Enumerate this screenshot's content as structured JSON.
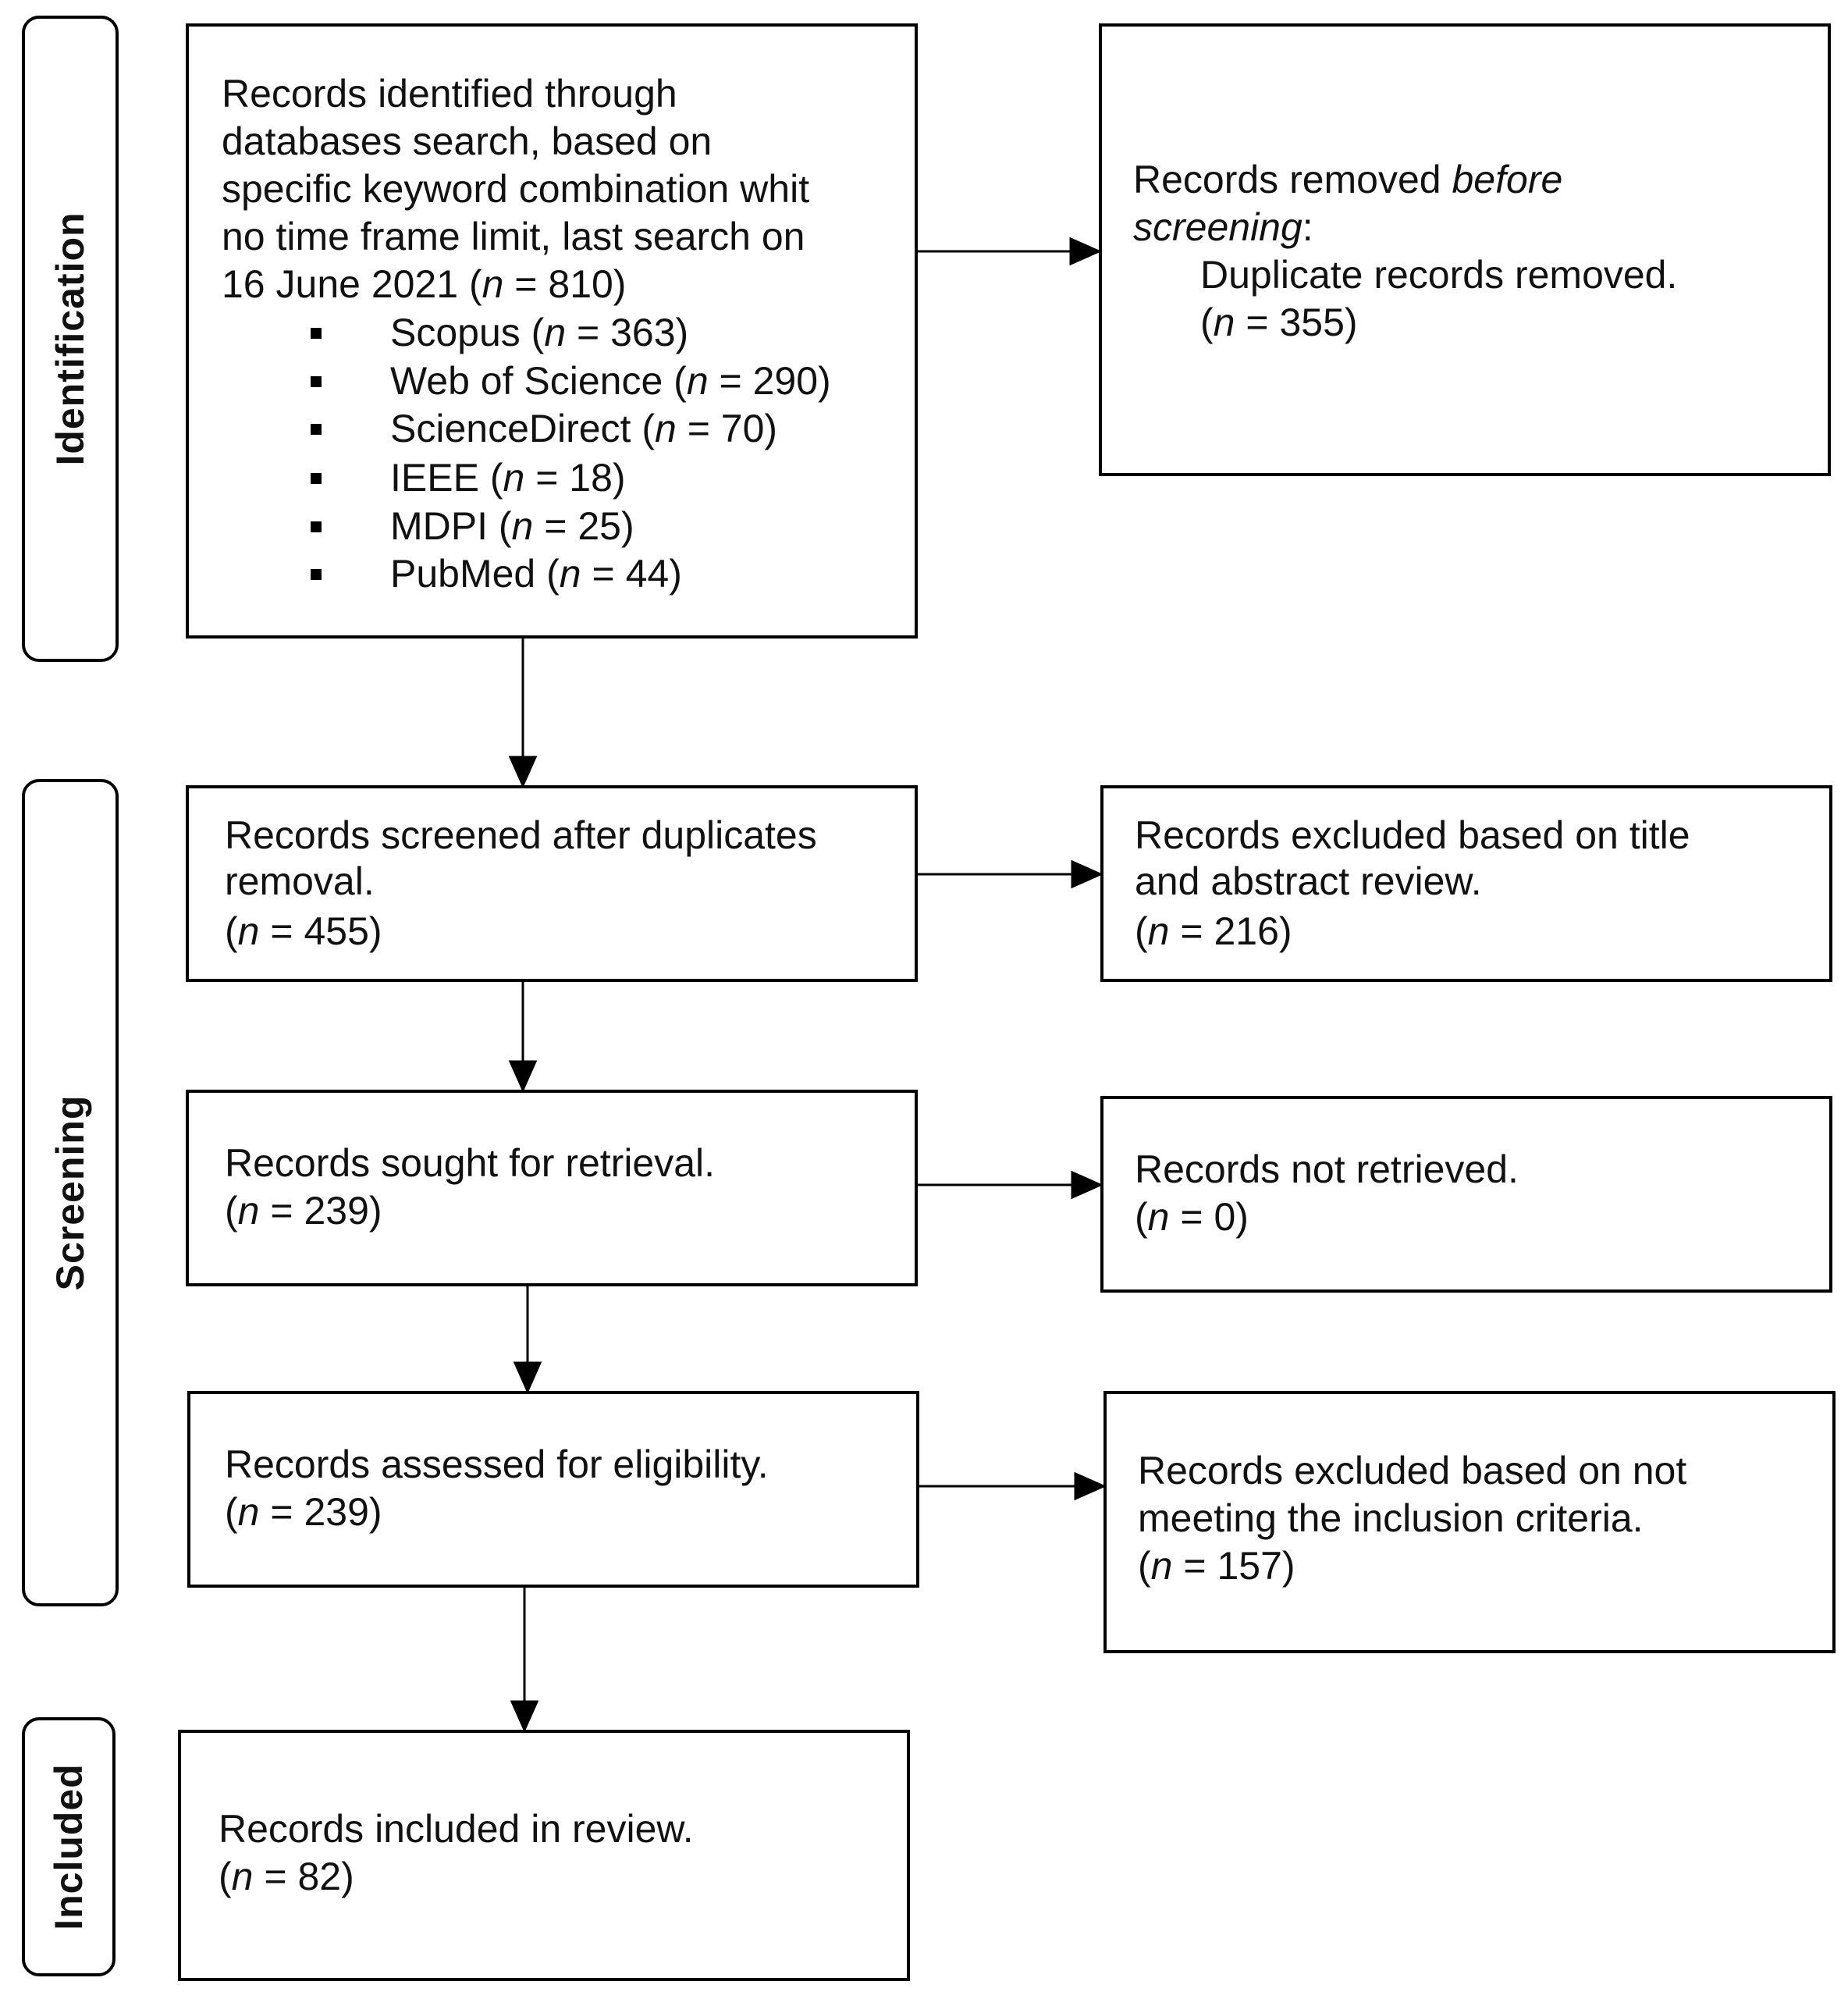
{
  "phases": {
    "identification": "Identification",
    "screening": "Screening",
    "included": "Included"
  },
  "identification_box": {
    "line1": "Records identified through",
    "line2": "databases search, based on",
    "line3": "specific keyword combination whit",
    "line4": "no time frame limit, last search on",
    "line5_prefix": "16 June 2021 (",
    "n": "n",
    "line5_value": " = 810)",
    "sources": [
      {
        "name": "Scopus (",
        "value": " = 363)"
      },
      {
        "name": "Web of Science (",
        "value": " = 290)"
      },
      {
        "name": "ScienceDirect (",
        "value": " = 70)"
      },
      {
        "name": "IEEE (",
        "value": " = 18)"
      },
      {
        "name": "MDPI (",
        "value": " = 25)"
      },
      {
        "name": "PubMed (",
        "value": " = 44)"
      }
    ]
  },
  "removed_box": {
    "line1_prefix": "Records removed ",
    "line1_italic": "before",
    "line2_italic": "screening",
    "line2_suffix": ":",
    "line3": "Duplicate records removed.",
    "value": " = 355)"
  },
  "screened_box": {
    "line1": "Records screened after duplicates",
    "line2": "removal.",
    "value": " = 455)"
  },
  "excluded_title_box": {
    "line1": "Records excluded based on title",
    "line2": "and abstract review.",
    "value": " = 216)"
  },
  "sought_box": {
    "line1": "Records sought for retrieval.",
    "value": " = 239)"
  },
  "not_retrieved_box": {
    "line1": "Records not retrieved.",
    "value": " = 0)"
  },
  "assessed_box": {
    "line1": "Records assessed for eligibility.",
    "value": " = 239)"
  },
  "excluded_criteria_box": {
    "line1": "Records excluded based on not",
    "line2": "meeting the inclusion criteria.",
    "value": " = 157)"
  },
  "included_box": {
    "line1": "Records included in review.",
    "value": " = 82)"
  }
}
